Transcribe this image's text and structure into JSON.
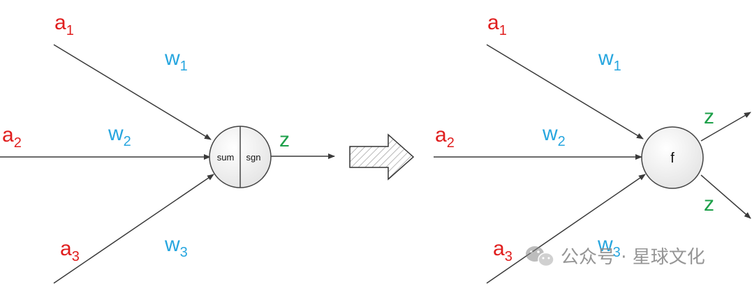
{
  "left": {
    "inputs": [
      {
        "base": "a",
        "sub": "1"
      },
      {
        "base": "a",
        "sub": "2"
      },
      {
        "base": "a",
        "sub": "3"
      }
    ],
    "weights": [
      {
        "base": "w",
        "sub": "1"
      },
      {
        "base": "w",
        "sub": "2"
      },
      {
        "base": "w",
        "sub": "3"
      }
    ],
    "node": {
      "sum": "sum",
      "sgn": "sgn"
    },
    "output": "z"
  },
  "right": {
    "inputs": [
      {
        "base": "a",
        "sub": "1"
      },
      {
        "base": "a",
        "sub": "2"
      },
      {
        "base": "a",
        "sub": "3"
      }
    ],
    "weights": [
      {
        "base": "w",
        "sub": "1"
      },
      {
        "base": "w",
        "sub": "2"
      },
      {
        "base": "w",
        "sub": "3"
      }
    ],
    "node": {
      "func": "f"
    },
    "outputs": [
      "z",
      "z"
    ]
  },
  "watermark": "公众号 · 星球文化",
  "colors": {
    "input_label": "#e01e1e",
    "weight_label": "#27a6df",
    "output_label": "#1ea04a",
    "lines": "#3a3a3a"
  }
}
